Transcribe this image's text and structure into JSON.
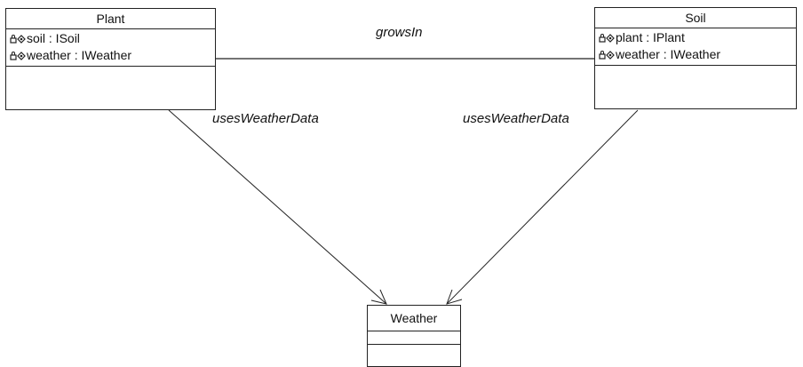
{
  "classes": {
    "plant": {
      "name": "Plant",
      "attributes": [
        {
          "icon": "private-attribute-icon",
          "text": "soil : ISoil"
        },
        {
          "icon": "private-attribute-icon",
          "text": "weather : IWeather"
        }
      ]
    },
    "soil": {
      "name": "Soil",
      "attributes": [
        {
          "icon": "private-attribute-icon",
          "text": "plant : IPlant"
        },
        {
          "icon": "private-attribute-icon",
          "text": "weather : IWeather"
        }
      ]
    },
    "weather": {
      "name": "Weather",
      "attributes": []
    }
  },
  "associations": {
    "plant_soil": {
      "label": "growsIn",
      "from": "Plant",
      "to": "Soil"
    },
    "plant_weather": {
      "label": "usesWeatherData",
      "from": "Plant",
      "to": "Weather",
      "arrow": "open"
    },
    "soil_weather": {
      "label": "usesWeatherData",
      "from": "Soil",
      "to": "Weather",
      "arrow": "open"
    }
  },
  "colors": {
    "line": "#222222",
    "background": "#ffffff"
  }
}
